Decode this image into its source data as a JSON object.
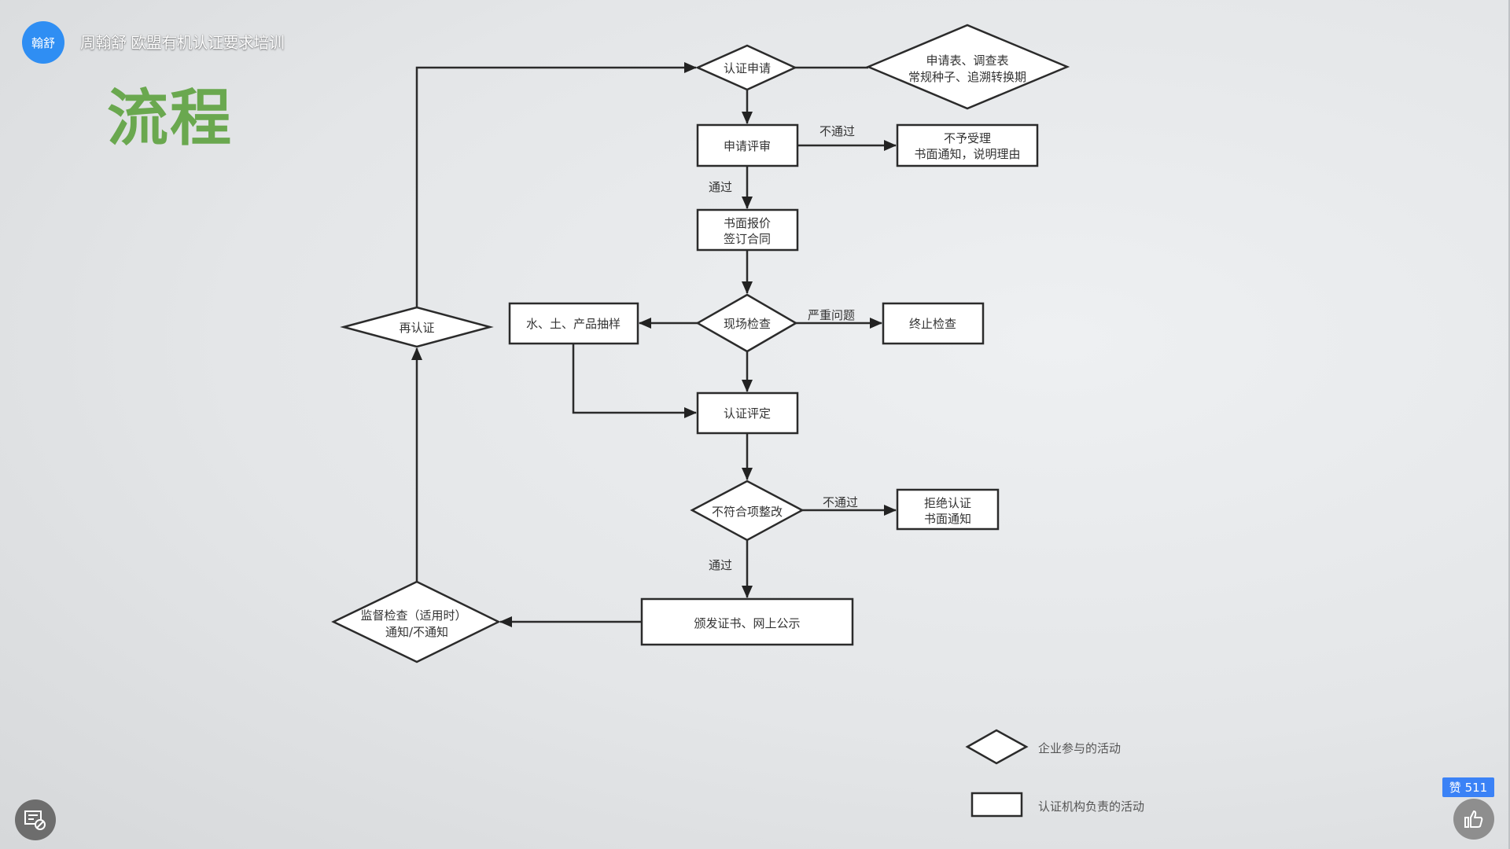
{
  "header": {
    "avatar_text": "翰舒",
    "title": "周翰舒 欧盟有机认证要求培训"
  },
  "slide": {
    "heading": "流程",
    "nodes": {
      "apply": "认证申请",
      "docs_line1": "申请表、调查表",
      "docs_line2": "常规种子、追溯转换期",
      "review": "申请评审",
      "reject_line1": "不予受理",
      "reject_line2": "书面通知，说明理由",
      "quote_line1": "书面报价",
      "quote_line2": "签订合同",
      "onsite": "现场检查",
      "sampling": "水、土、产品抽样",
      "terminate": "终止检查",
      "evaluation": "认证评定",
      "rectify": "不符合项整改",
      "deny_line1": "拒绝认证",
      "deny_line2": "书面通知",
      "issue": "颁发证书、网上公示",
      "supervise_line1": "监督检查（适用时）",
      "supervise_line2": "通知/不通知",
      "recert": "再认证"
    },
    "edges": {
      "review_fail": "不通过",
      "review_pass": "通过",
      "serious_issue": "严重问题",
      "rectify_fail": "不通过",
      "rectify_pass": "通过"
    },
    "legend": {
      "diamond": "企业参与的活动",
      "rect": "认证机构负责的活动"
    }
  },
  "controls": {
    "like_count_label": "赞 511",
    "like_icon": "thumbs-up-icon",
    "danmaku_icon": "danmaku-off-icon"
  },
  "colors": {
    "avatar": "#2f8ef3",
    "heading": "#6aa84f",
    "like_badge": "#3b82f6"
  }
}
